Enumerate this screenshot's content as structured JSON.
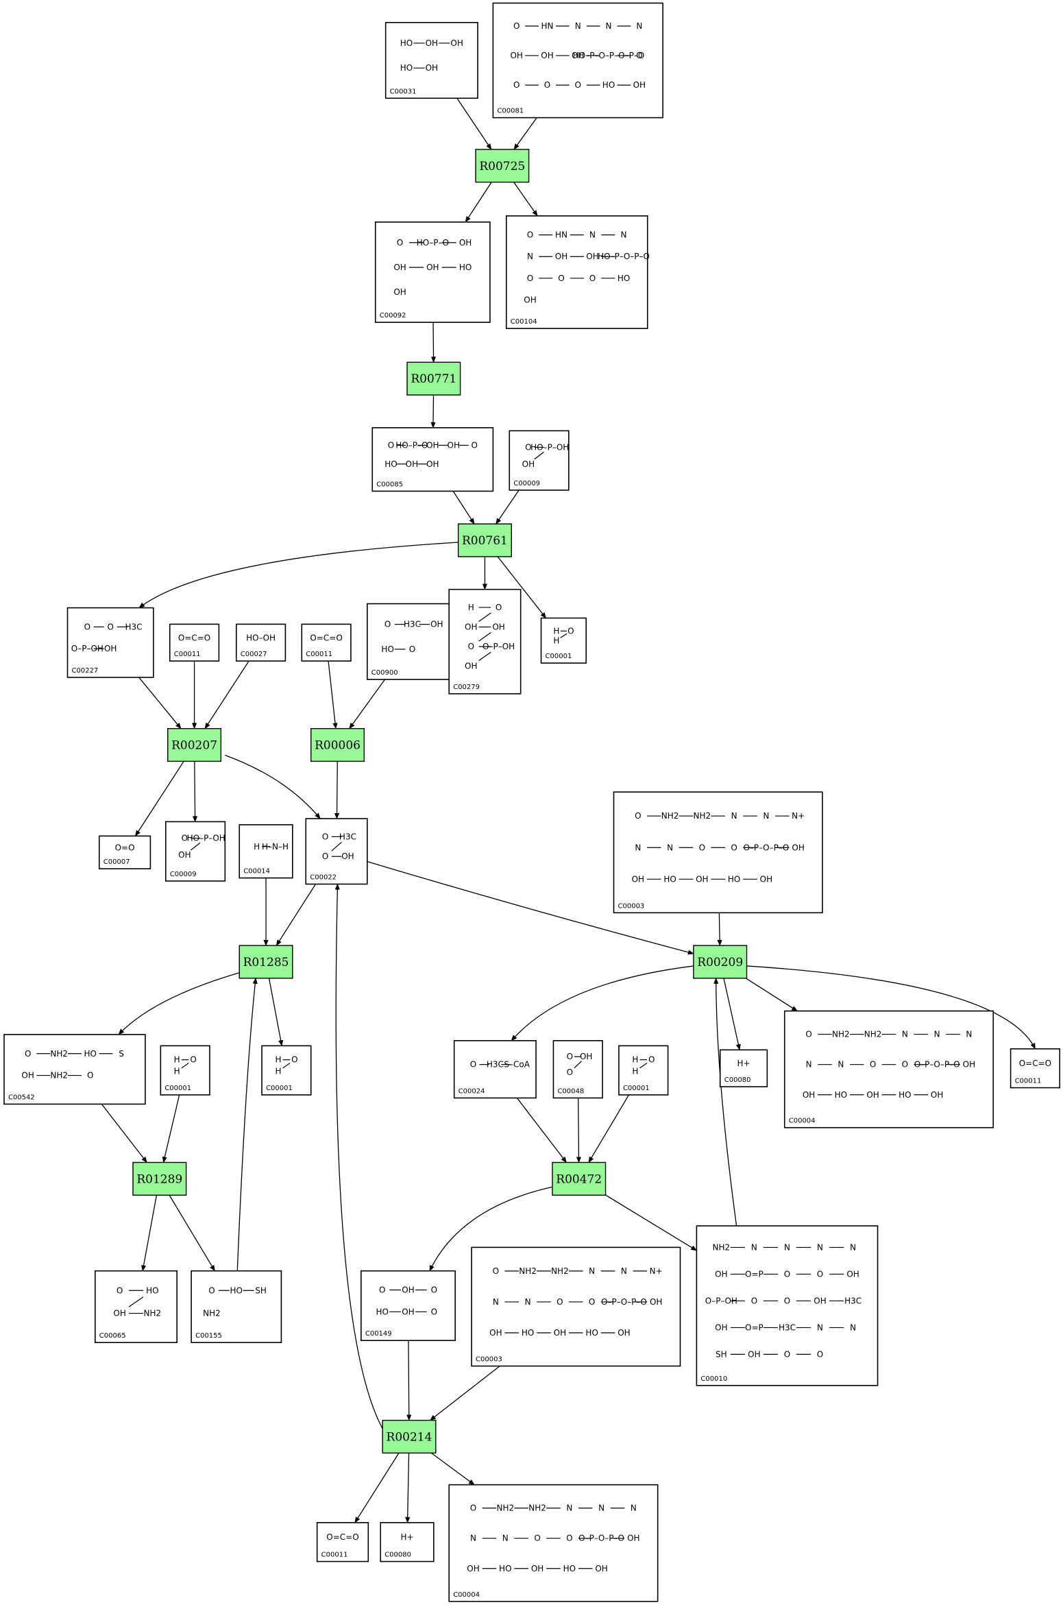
{
  "reactions": [
    {
      "id": "R00725",
      "label": "R00725"
    },
    {
      "id": "R00771",
      "label": "R00771"
    },
    {
      "id": "R00761",
      "label": "R00761"
    },
    {
      "id": "R00207",
      "label": "R00207"
    },
    {
      "id": "R00006",
      "label": "R00006"
    },
    {
      "id": "R01285",
      "label": "R01285"
    },
    {
      "id": "R00209",
      "label": "R00209"
    },
    {
      "id": "R01289",
      "label": "R01289"
    },
    {
      "id": "R00472",
      "label": "R00472"
    },
    {
      "id": "R00214",
      "label": "R00214"
    }
  ],
  "compounds": [
    {
      "key": "c00031",
      "label": "C00031",
      "structure": [
        "HO",
        "OH",
        "OH",
        "HO",
        "OH"
      ]
    },
    {
      "key": "c00081",
      "label": "C00081",
      "structure": [
        "O",
        "HN",
        "N",
        "N",
        "N",
        "OH",
        "OH",
        "OH",
        "HO–P–O–P–O–P–O",
        "O",
        "O",
        "O",
        "O",
        "HO",
        "OH"
      ]
    },
    {
      "key": "c00092",
      "label": "C00092",
      "structure": [
        "O",
        "HO–P–O",
        "OH",
        "OH",
        "OH",
        "HO",
        "OH"
      ]
    },
    {
      "key": "c00104",
      "label": "C00104",
      "structure": [
        "O",
        "HN",
        "N",
        "N",
        "N",
        "OH",
        "OH",
        "HO–P–O–P–O",
        "O",
        "O",
        "O",
        "HO",
        "OH"
      ]
    },
    {
      "key": "c00085",
      "label": "C00085",
      "structure": [
        "O",
        "HO–P–O",
        "OH",
        "OH",
        "O",
        "HO",
        "OH",
        "OH"
      ]
    },
    {
      "key": "c00009a",
      "label": "C00009",
      "structure": [
        "O",
        "HO–P–OH",
        "OH"
      ]
    },
    {
      "key": "c00227",
      "label": "C00227",
      "structure": [
        "O",
        "O",
        "H3C",
        "O–P–OH",
        "OH"
      ]
    },
    {
      "key": "c00011a",
      "label": "C00011",
      "structure": [
        "O=C=O"
      ]
    },
    {
      "key": "c00027",
      "label": "C00027",
      "structure": [
        "HO–OH"
      ]
    },
    {
      "key": "c00011b",
      "label": "C00011",
      "structure": [
        "O=C=O"
      ]
    },
    {
      "key": "c00900",
      "label": "C00900",
      "structure": [
        "O",
        "H3C",
        "OH",
        "HO",
        "O"
      ]
    },
    {
      "key": "c00279",
      "label": "C00279",
      "structure": [
        "H",
        "O",
        "OH",
        "OH",
        "O",
        "O–P–OH",
        "OH"
      ]
    },
    {
      "key": "c00001a",
      "label": "C00001",
      "structure": [
        "H",
        "O",
        "H"
      ]
    },
    {
      "key": "c00007",
      "label": "C00007",
      "structure": [
        "O=O"
      ]
    },
    {
      "key": "c00009b",
      "label": "C00009",
      "structure": [
        "O",
        "HO–P–OH",
        "OH"
      ]
    },
    {
      "key": "c00014",
      "label": "C00014",
      "structure": [
        "H",
        "H–N–H"
      ]
    },
    {
      "key": "c00022",
      "label": "C00022",
      "structure": [
        "O",
        "H3C",
        "O",
        "OH"
      ]
    },
    {
      "key": "c00003a",
      "label": "C00003",
      "structure": [
        "O",
        "NH2",
        "NH2",
        "N",
        "N",
        "N+",
        "N",
        "N",
        "O",
        "O",
        "O–P–O–P–O",
        "OH",
        "OH",
        "HO",
        "OH",
        "HO",
        "OH"
      ]
    },
    {
      "key": "c00542",
      "label": "C00542",
      "structure": [
        "O",
        "NH2",
        "HO",
        "S",
        "OH",
        "NH2",
        "O"
      ]
    },
    {
      "key": "c00001b",
      "label": "C00001",
      "structure": [
        "H",
        "O",
        "H"
      ]
    },
    {
      "key": "c00001c",
      "label": "C00001",
      "structure": [
        "H",
        "O",
        "H"
      ]
    },
    {
      "key": "c00024",
      "label": "C00024",
      "structure": [
        "O",
        "H3C",
        "S–CoA"
      ]
    },
    {
      "key": "c00048",
      "label": "C00048",
      "structure": [
        "O",
        "OH",
        "O"
      ]
    },
    {
      "key": "c00001d",
      "label": "C00001",
      "structure": [
        "H",
        "O",
        "H"
      ]
    },
    {
      "key": "c00080a",
      "label": "C00080",
      "structure": [
        "H+"
      ]
    },
    {
      "key": "c00004a",
      "label": "C00004",
      "structure": [
        "O",
        "NH2",
        "NH2",
        "N",
        "N",
        "N",
        "N",
        "N",
        "O",
        "O",
        "O–P–O–P–O",
        "OH",
        "OH",
        "HO",
        "OH",
        "HO",
        "OH"
      ]
    },
    {
      "key": "c00011c",
      "label": "C00011",
      "structure": [
        "O=C=O"
      ]
    },
    {
      "key": "c00065",
      "label": "C00065",
      "structure": [
        "O",
        "HO",
        "OH",
        "NH2"
      ]
    },
    {
      "key": "c00155",
      "label": "C00155",
      "structure": [
        "O",
        "HO",
        "SH",
        "NH2"
      ]
    },
    {
      "key": "c00149",
      "label": "C00149",
      "structure": [
        "O",
        "OH",
        "O",
        "HO",
        "OH",
        "O"
      ]
    },
    {
      "key": "c00003b",
      "label": "C00003",
      "structure": [
        "O",
        "NH2",
        "NH2",
        "N",
        "N",
        "N+",
        "N",
        "N",
        "O",
        "O",
        "O–P–O–P–O",
        "OH",
        "OH",
        "HO",
        "OH",
        "HO",
        "OH"
      ]
    },
    {
      "key": "c00010",
      "label": "C00010",
      "structure": [
        "NH2",
        "N",
        "N",
        "N",
        "N",
        "OH",
        "O=P",
        "O",
        "O",
        "OH",
        "O–P–OH",
        "O",
        "O",
        "OH",
        "H3C",
        "OH",
        "O=P",
        "H3C",
        "N",
        "N",
        "SH",
        "OH",
        "O",
        "O"
      ]
    },
    {
      "key": "c00011d",
      "label": "C00011",
      "structure": [
        "O=C=O"
      ]
    },
    {
      "key": "c00080b",
      "label": "C00080",
      "structure": [
        "H+"
      ]
    },
    {
      "key": "c00004b",
      "label": "C00004",
      "structure": [
        "O",
        "NH2",
        "NH2",
        "N",
        "N",
        "N",
        "N",
        "N",
        "O",
        "O",
        "O–P–O–P–O",
        "OH",
        "OH",
        "HO",
        "OH",
        "HO",
        "OH"
      ]
    }
  ],
  "edges": [
    [
      "c00031",
      "R00725"
    ],
    [
      "c00081",
      "R00725"
    ],
    [
      "R00725",
      "c00092"
    ],
    [
      "R00725",
      "c00104"
    ],
    [
      "c00092",
      "R00771"
    ],
    [
      "R00771",
      "c00085"
    ],
    [
      "c00085",
      "R00761"
    ],
    [
      "c00009a",
      "R00761"
    ],
    [
      "R00761",
      "c00227"
    ],
    [
      "R00761",
      "c00279"
    ],
    [
      "R00761",
      "c00001a"
    ],
    [
      "c00227",
      "R00207"
    ],
    [
      "c00011a",
      "R00207"
    ],
    [
      "c00027",
      "R00207"
    ],
    [
      "R00207",
      "c00007"
    ],
    [
      "R00207",
      "c00009b"
    ],
    [
      "R00207",
      "c00022"
    ],
    [
      "c00011b",
      "R00006"
    ],
    [
      "c00900",
      "R00006"
    ],
    [
      "R00006",
      "c00022"
    ],
    [
      "c00014",
      "R01285"
    ],
    [
      "c00022",
      "R01285"
    ],
    [
      "c00155",
      "R01285"
    ],
    [
      "R01285",
      "c00542"
    ],
    [
      "R01285",
      "c00001c"
    ],
    [
      "c00542",
      "R01289"
    ],
    [
      "c00001b",
      "R01289"
    ],
    [
      "R01289",
      "c00065"
    ],
    [
      "R01289",
      "c00155"
    ],
    [
      "c00022",
      "R00209"
    ],
    [
      "c00003a",
      "R00209"
    ],
    [
      "c00010",
      "R00209"
    ],
    [
      "R00209",
      "c00024"
    ],
    [
      "R00209",
      "c00080a"
    ],
    [
      "R00209",
      "c00004a"
    ],
    [
      "R00209",
      "c00011c"
    ],
    [
      "c00024",
      "R00472"
    ],
    [
      "c00048",
      "R00472"
    ],
    [
      "c00001d",
      "R00472"
    ],
    [
      "R00472",
      "c00149"
    ],
    [
      "R00472",
      "c00010"
    ],
    [
      "c00149",
      "R00214"
    ],
    [
      "c00003b",
      "R00214"
    ],
    [
      "R00214",
      "c00022"
    ],
    [
      "R00214",
      "c00011d"
    ],
    [
      "R00214",
      "c00080b"
    ],
    [
      "R00214",
      "c00004b"
    ]
  ],
  "colors": {
    "reaction_fill": "#98f898",
    "compound_fill": "#ffffff",
    "stroke": "#000000"
  }
}
